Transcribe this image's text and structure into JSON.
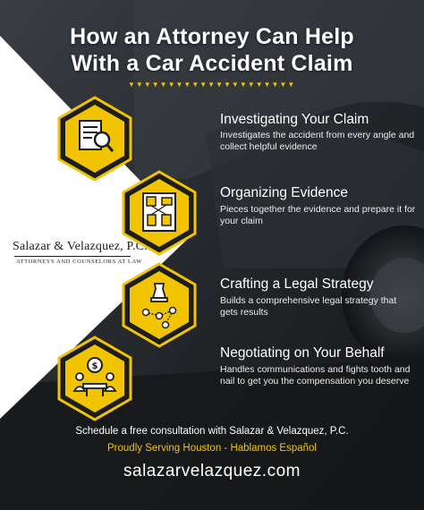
{
  "title": {
    "line1": "How an Attorney Can Help",
    "line2": "With a Car Accident Claim"
  },
  "accent_color": "#f2c400",
  "logo": {
    "name": "Salazar & Velazquez, P.C.",
    "tagline": "Attorneys and Counselors at Law"
  },
  "steps": [
    {
      "icon": "document-magnifier-icon",
      "title": "Investigating Your Claim",
      "description": "Investigates the accident from every angle and collect helpful evidence"
    },
    {
      "icon": "evidence-board-icon",
      "title": "Organizing Evidence",
      "description": "Pieces together the evidence and prepare it for your claim"
    },
    {
      "icon": "chess-strategy-icon",
      "title": "Crafting a Legal Strategy",
      "description": "Builds a comprehensive legal strategy that gets results"
    },
    {
      "icon": "negotiation-table-icon",
      "title": "Negotiating on Your Behalf",
      "description": "Handles communications and fights tooth and nail to get you the compensation you deserve"
    }
  ],
  "footer": {
    "cta": "Schedule a free consultation with Salazar & Velazquez, P.C.",
    "serving": "Proudly Serving Houston  - Hablamos Español",
    "url": "salazarvelazquez.com"
  }
}
